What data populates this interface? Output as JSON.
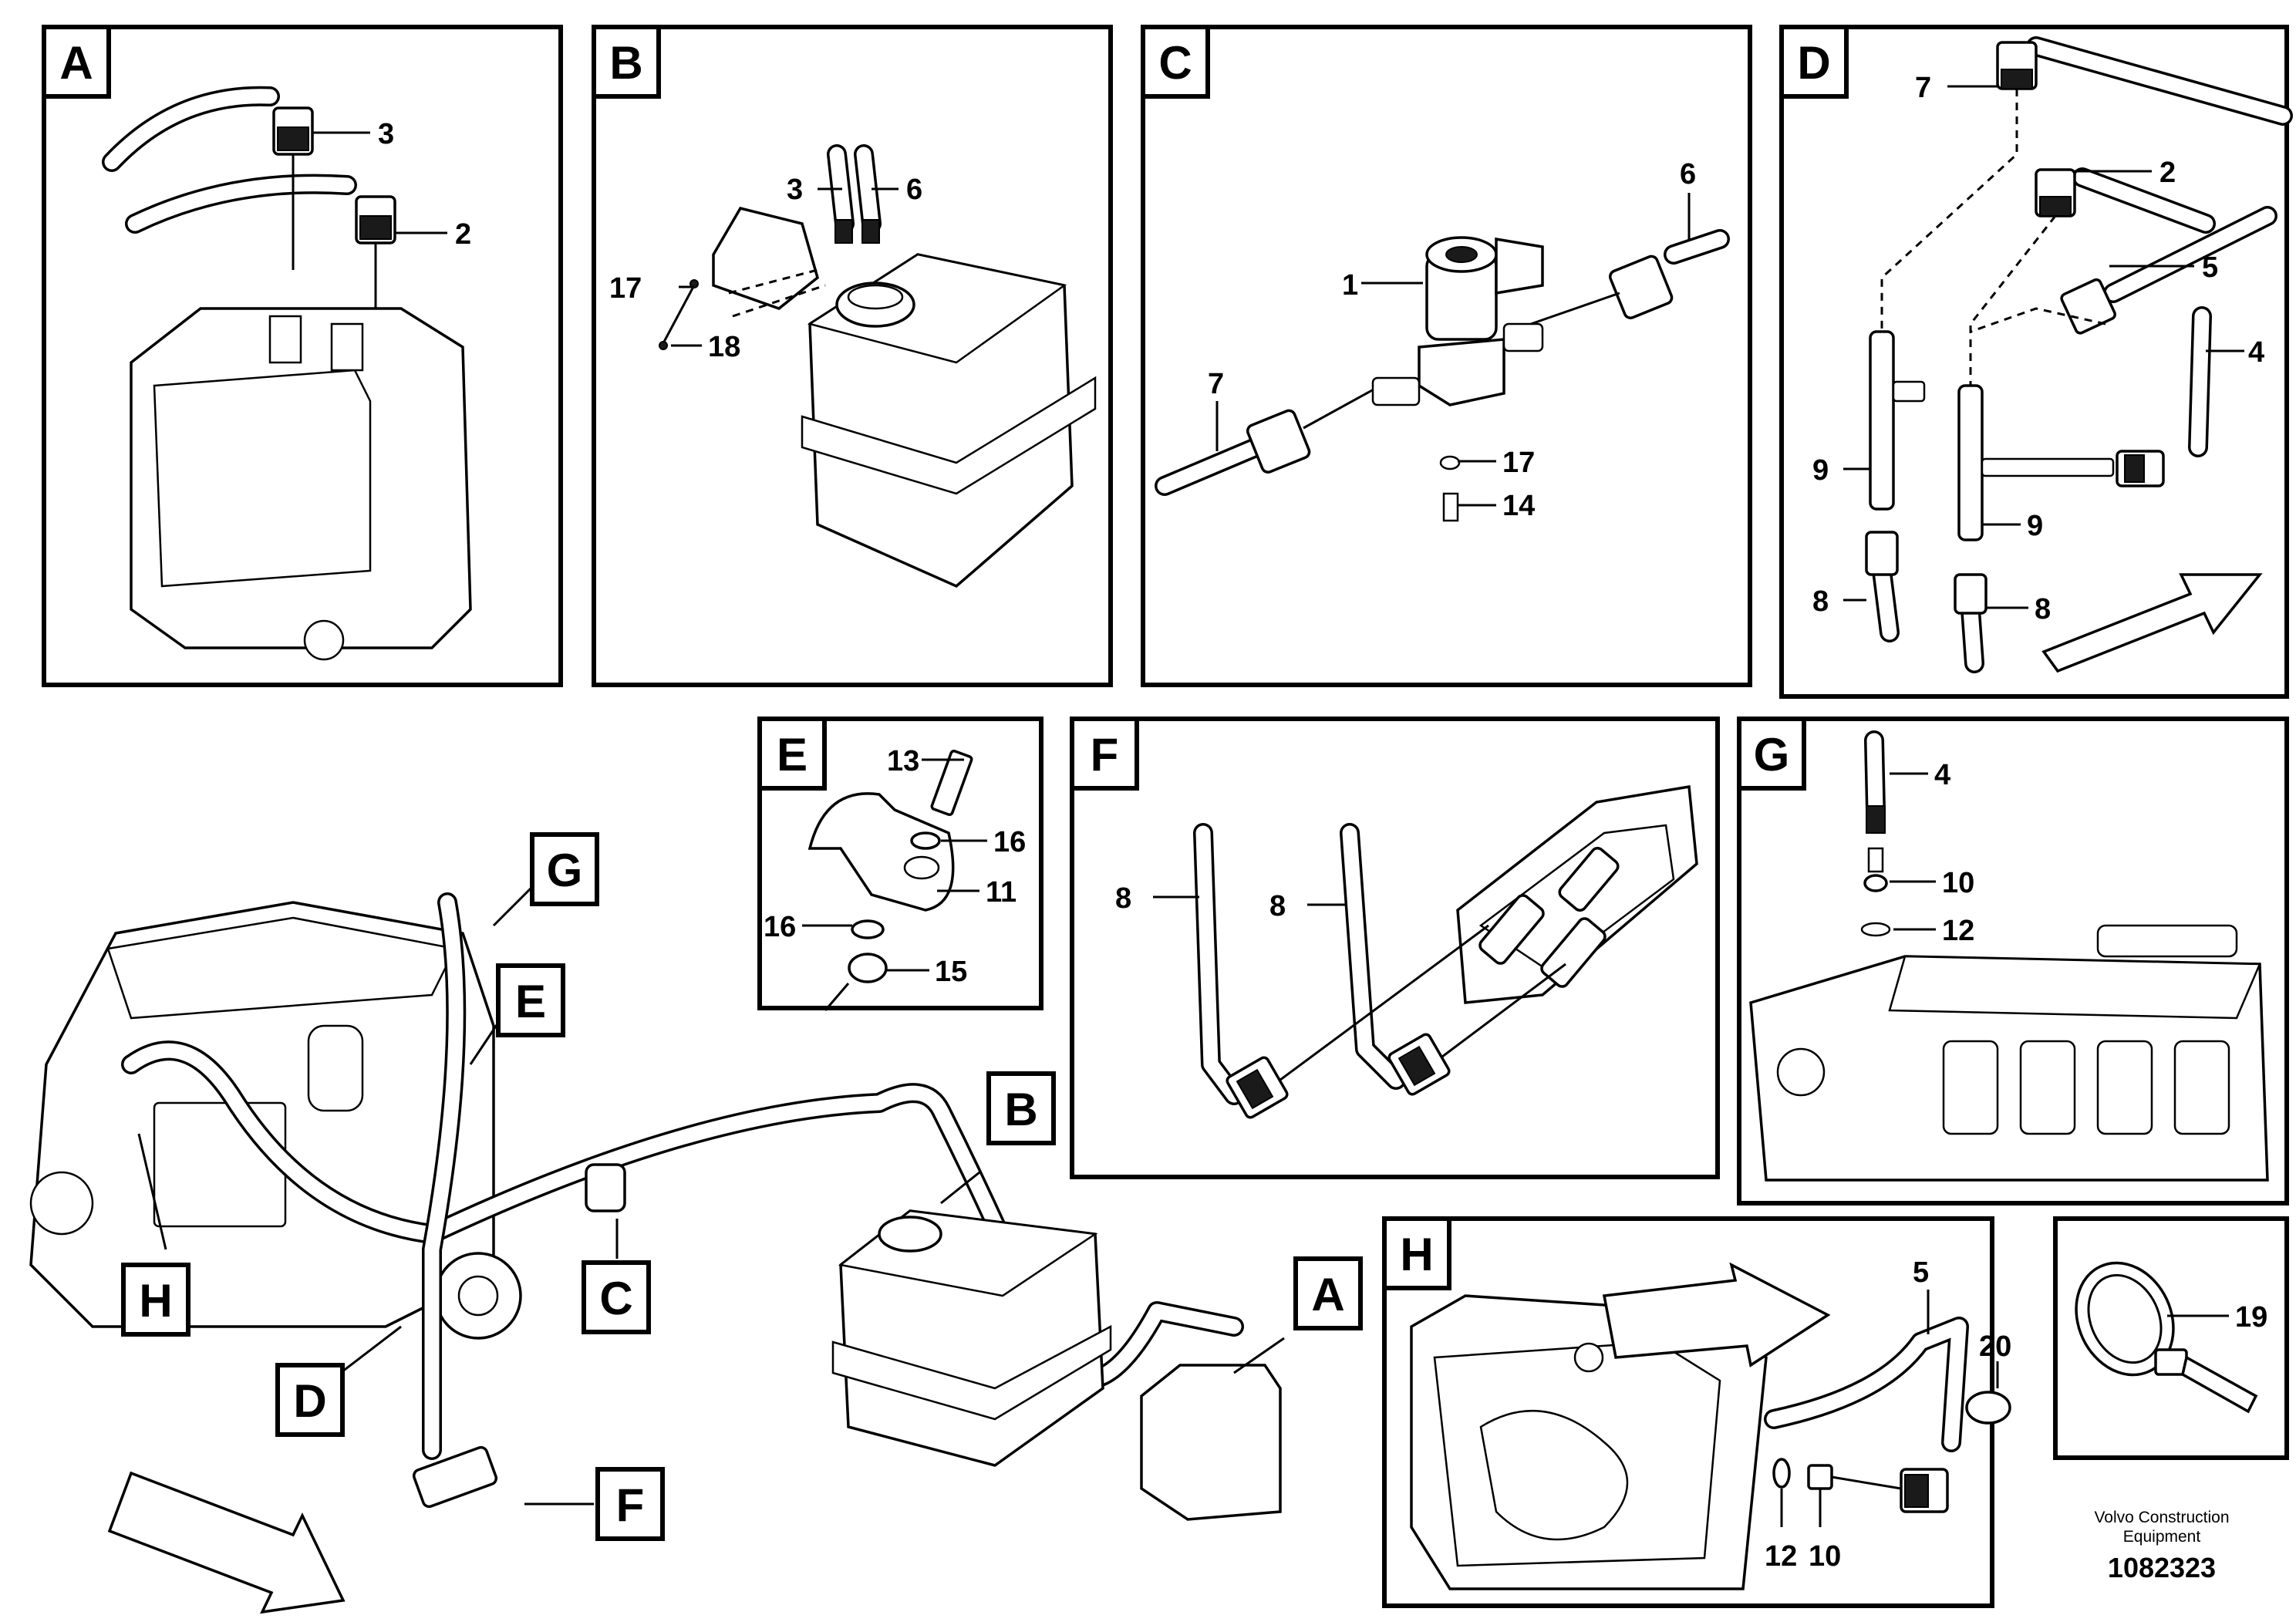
{
  "panels": {
    "A": {
      "label": "A",
      "callouts": [
        "3",
        "2"
      ]
    },
    "B": {
      "label": "B",
      "callouts": [
        "3",
        "6",
        "17",
        "18"
      ]
    },
    "C": {
      "label": "C",
      "callouts": [
        "6",
        "1",
        "7",
        "17",
        "14"
      ]
    },
    "D": {
      "label": "D",
      "callouts": [
        "7",
        "2",
        "5",
        "4",
        "9",
        "9",
        "8",
        "8"
      ]
    },
    "E": {
      "label": "E",
      "callouts": [
        "13",
        "16",
        "11",
        "16",
        "15"
      ]
    },
    "F": {
      "label": "F",
      "callouts": [
        "8",
        "8"
      ]
    },
    "G": {
      "label": "G",
      "callouts": [
        "4",
        "10",
        "12"
      ]
    },
    "H": {
      "label": "H",
      "callouts": [
        "5",
        "20",
        "12",
        "10"
      ]
    },
    "tie": {
      "callouts": [
        "19"
      ]
    }
  },
  "overview_tags": [
    "G",
    "E",
    "H",
    "B",
    "C",
    "D",
    "A",
    "F"
  ],
  "footer": {
    "company_line1": "Volvo Construction",
    "company_line2": "Equipment",
    "drawing_number": "1082323"
  }
}
